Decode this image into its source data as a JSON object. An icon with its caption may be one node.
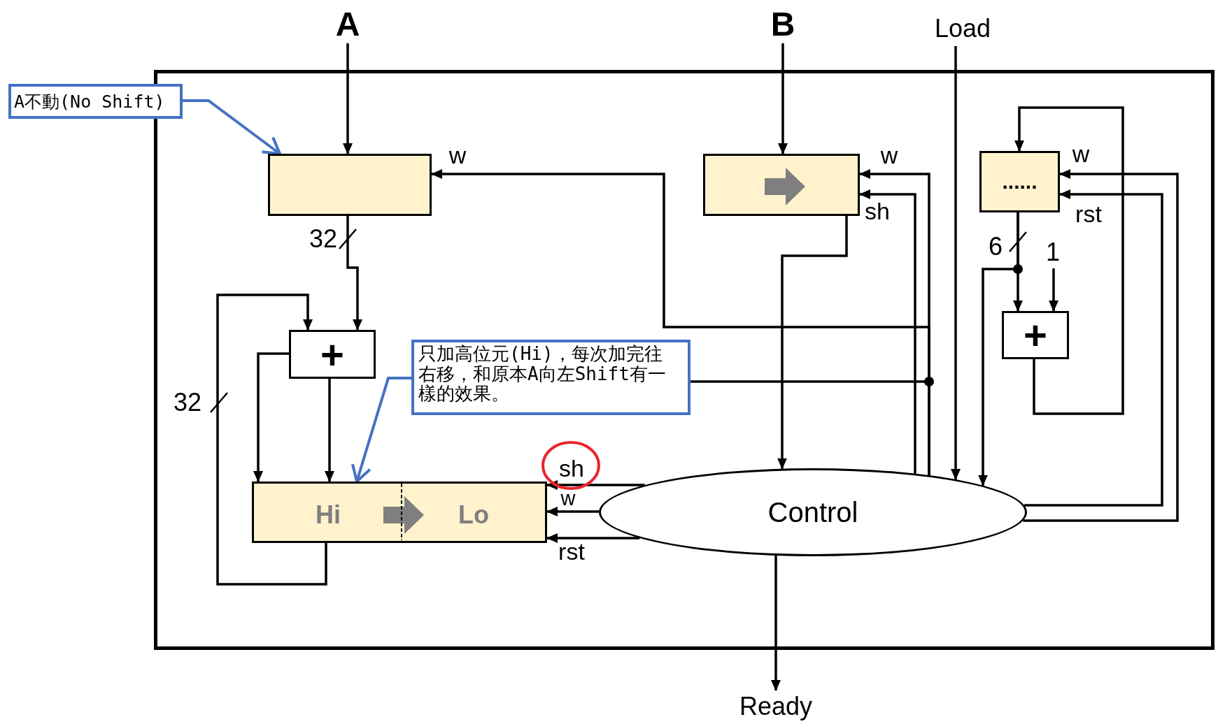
{
  "diagram": {
    "nodes": [
      {
        "text": [],
        "shape": "box"
      },
      {
        "text": [
          "A"
        ]
      },
      {
        "text": [
          "B"
        ]
      },
      {
        "text": [
          "Load"
        ]
      },
      {
        "text": [],
        "shape": "box",
        "in": 0
      },
      {
        "text": [],
        "shape": "box",
        "in": 0
      },
      {
        "text": [
          "......"
        ],
        "in": 0
      },
      {
        "text": [
          "+"
        ],
        "in": 0
      },
      {
        "text": [
          "+"
        ],
        "in": 0
      },
      {
        "text": [
          "Hi",
          "Lo"
        ],
        "in": 0
      },
      {
        "text": [
          "Control"
        ],
        "in": 0
      },
      {
        "text": [
          "Ready"
        ]
      },
      {
        "text": [
          "A不動(No Shift)"
        ]
      },
      {
        "text": [
          "只加高位元(Hi)，每次加完往右移，和原本A向左Shift有一樣的效果。"
        ],
        "in": 0
      },
      {
        "text": [
          "1"
        ],
        "in": 0
      }
    ],
    "edges": [
      {
        "from": 1,
        "to": 4,
        "arrow": "to"
      },
      {
        "from": 2,
        "to": 5,
        "arrow": "to"
      },
      {
        "from": 3,
        "to": 10,
        "arrow": "to"
      },
      {
        "from": 4,
        "to": 7,
        "arrow": "to",
        "label": "32"
      },
      {
        "from": 9,
        "to": 7,
        "arrow": "to",
        "label": "32"
      },
      {
        "from": 7,
        "to": 9,
        "arrow": "to"
      },
      {
        "from": 7,
        "to": 9,
        "arrow": "to"
      },
      {
        "from": 5,
        "to": 10,
        "arrow": "to"
      },
      {
        "from": 10,
        "to": 4,
        "arrow": "to",
        "label": "w"
      },
      {
        "from": 10,
        "to": 5,
        "arrow": "to",
        "label": "w"
      },
      {
        "from": 10,
        "to": 5,
        "arrow": "to",
        "label": "sh"
      },
      {
        "from": 10,
        "to": 9,
        "arrow": "to",
        "label": "sh"
      },
      {
        "from": 10,
        "to": 9,
        "arrow": "to",
        "label": "w"
      },
      {
        "from": 10,
        "to": 9,
        "arrow": "to",
        "label": "rst"
      },
      {
        "from": 10,
        "to": 6,
        "arrow": "to",
        "label": "w"
      },
      {
        "from": 10,
        "to": 6,
        "arrow": "to",
        "label": "rst"
      },
      {
        "from": 6,
        "to": 8,
        "arrow": "to",
        "label": "6"
      },
      {
        "from": 6,
        "to": 10,
        "arrow": "to"
      },
      {
        "from": 14,
        "to": 8,
        "arrow": "to"
      },
      {
        "from": 8,
        "to": 6,
        "arrow": "to"
      },
      {
        "from": 10,
        "to": 11,
        "arrow": "to"
      },
      {
        "from": 12,
        "to": 4,
        "arrow": "to",
        "color": "#4472c4"
      },
      {
        "from": 13,
        "to": 9,
        "arrow": "to",
        "color": "#4472c4"
      },
      {
        "from": 13,
        "to": null,
        "arrow": "other"
      }
    ]
  }
}
